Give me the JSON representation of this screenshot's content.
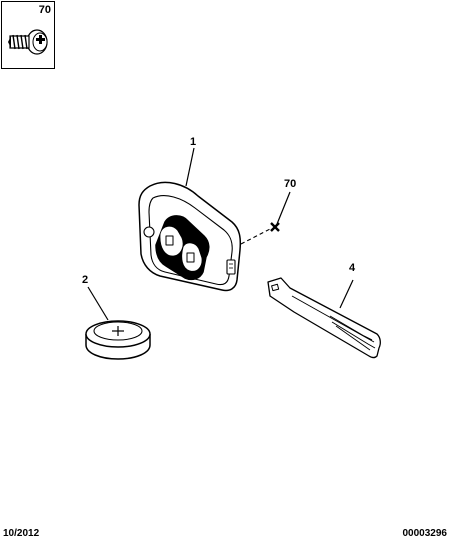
{
  "inset": {
    "ref": "70"
  },
  "callouts": {
    "key_fob": "1",
    "battery": "2",
    "key_blade": "4",
    "screw": "70"
  },
  "footer": {
    "date": "10/2012",
    "drawing_number": "00003296"
  }
}
